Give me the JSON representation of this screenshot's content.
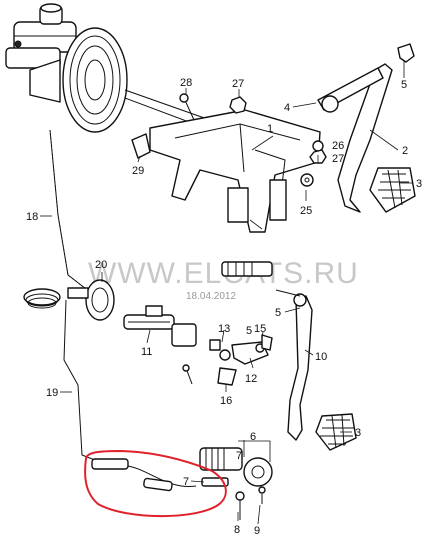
{
  "watermark": {
    "site": "WWW.ELCATS.RU",
    "date": "18.04.2012"
  },
  "highlight_color": "#e0202a",
  "parts": [
    {
      "id": "p1",
      "label": "1"
    },
    {
      "id": "p2",
      "label": "2"
    },
    {
      "id": "p3a",
      "label": "3"
    },
    {
      "id": "p3b",
      "label": "3"
    },
    {
      "id": "p4",
      "label": "4"
    },
    {
      "id": "p5a",
      "label": "5"
    },
    {
      "id": "p5b",
      "label": "5"
    },
    {
      "id": "p5c",
      "label": "5"
    },
    {
      "id": "p6",
      "label": "6"
    },
    {
      "id": "p7a",
      "label": "7"
    },
    {
      "id": "p7b",
      "label": "7"
    },
    {
      "id": "p8",
      "label": "8"
    },
    {
      "id": "p9",
      "label": "9"
    },
    {
      "id": "p10",
      "label": "10"
    },
    {
      "id": "p11",
      "label": "11"
    },
    {
      "id": "p12",
      "label": "12"
    },
    {
      "id": "p13",
      "label": "13"
    },
    {
      "id": "p15",
      "label": "15"
    },
    {
      "id": "p16",
      "label": "16"
    },
    {
      "id": "p18",
      "label": "18"
    },
    {
      "id": "p19",
      "label": "19"
    },
    {
      "id": "p20",
      "label": "20"
    },
    {
      "id": "p25",
      "label": "25"
    },
    {
      "id": "p26",
      "label": "26"
    },
    {
      "id": "p27a",
      "label": "27"
    },
    {
      "id": "p27b",
      "label": "27"
    },
    {
      "id": "p28",
      "label": "28"
    },
    {
      "id": "p29",
      "label": "29"
    }
  ]
}
